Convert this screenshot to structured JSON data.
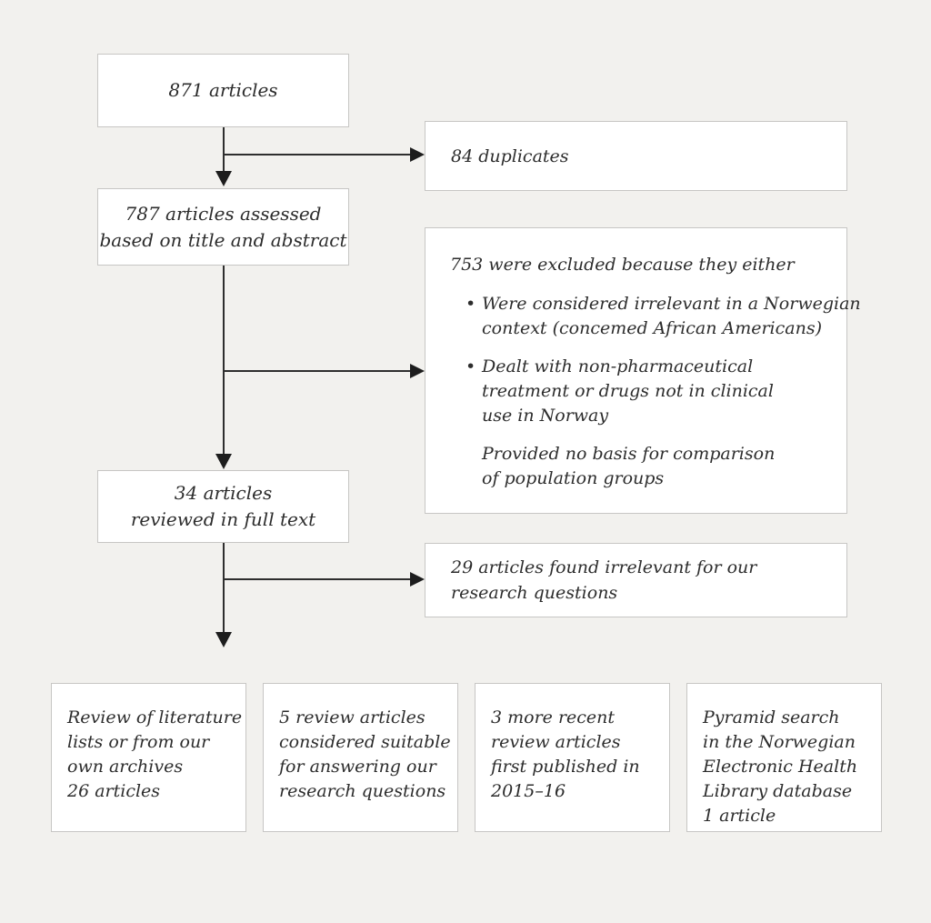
{
  "diagram": {
    "colors": {
      "background": "#f2f1ee",
      "box_fill": "#ffffff",
      "box_border": "#c7c6c4",
      "line": "#2e2e2e",
      "text": "#2d2d2d"
    },
    "flow": {
      "start": {
        "lines": [
          "871 articles"
        ]
      },
      "assessed": {
        "lines": [
          "787 articles assessed",
          "based on title and abstract"
        ]
      },
      "fulltext": {
        "lines": [
          "34 articles",
          "reviewed in full text"
        ]
      },
      "duplicates": {
        "lines": [
          "84 duplicates"
        ]
      },
      "excluded": {
        "title": "753 were excluded because they either",
        "items": [
          {
            "bullet": "•",
            "lines": [
              "Were considered irrelevant in a Norwegian",
              "context (concemed African Americans)"
            ]
          },
          {
            "bullet": "•",
            "lines": [
              "Dealt with non-pharmaceutical",
              "treatment or drugs not in clinical",
              "use in Norway"
            ]
          },
          {
            "bullet": "",
            "lines": [
              "Provided no basis for comparison",
              "of population groups"
            ]
          }
        ]
      },
      "irrelevant": {
        "lines": [
          "29 articles found irrelevant for our",
          "research questions"
        ]
      },
      "outcomes": [
        {
          "lines": [
            "Review of literature",
            "lists or from our",
            "own archives",
            "26 articles"
          ]
        },
        {
          "lines": [
            "5 review articles",
            "considered suitable",
            "for answering our",
            "research questions"
          ]
        },
        {
          "lines": [
            "3 more recent",
            "review articles",
            "first published in",
            "2015–16"
          ]
        },
        {
          "lines": [
            "Pyramid search",
            "in the Norwegian",
            "Electronic Health",
            "Library database",
            "1 article"
          ]
        }
      ]
    }
  }
}
